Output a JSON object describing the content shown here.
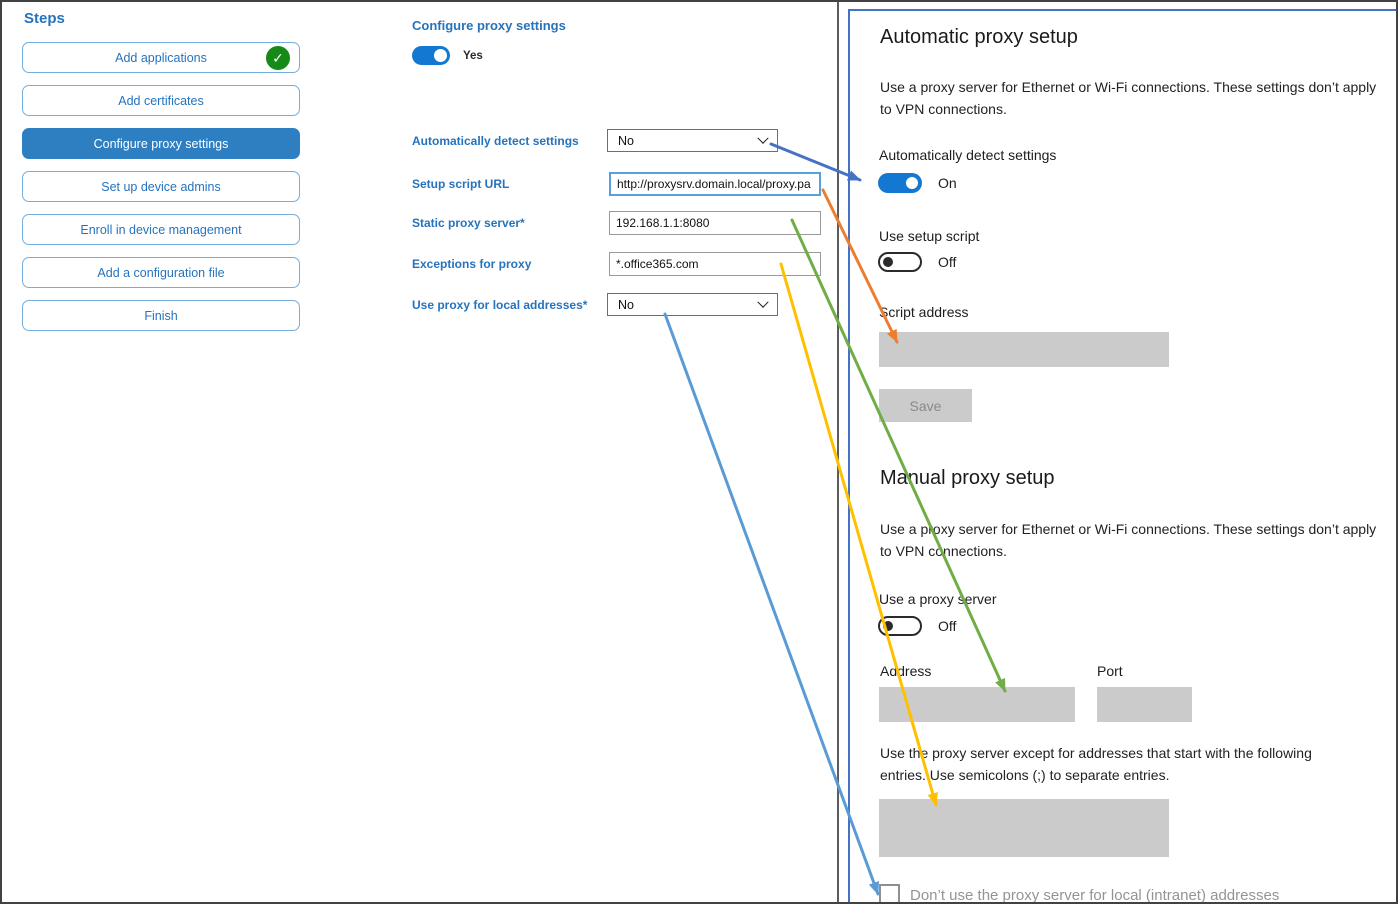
{
  "sidebar": {
    "title": "Steps",
    "items": [
      {
        "label": "Add applications",
        "completed": true,
        "selected": false
      },
      {
        "label": "Add certificates",
        "completed": false,
        "selected": false
      },
      {
        "label": "Configure proxy settings",
        "completed": false,
        "selected": true
      },
      {
        "label": "Set up device admins",
        "completed": false,
        "selected": false
      },
      {
        "label": "Enroll in device management",
        "completed": false,
        "selected": false
      },
      {
        "label": "Add a configuration file",
        "completed": false,
        "selected": false
      },
      {
        "label": "Finish",
        "completed": false,
        "selected": false
      }
    ]
  },
  "middle": {
    "title": "Configure proxy settings",
    "enabled_toggle": {
      "label": "Yes",
      "state": "on"
    },
    "fields": [
      {
        "label": "Automatically detect settings",
        "type": "select",
        "value": "No"
      },
      {
        "label": "Setup script URL",
        "type": "text",
        "value": "http://proxysrv.domain.local/proxy.pa"
      },
      {
        "label": "Static proxy server*",
        "type": "text",
        "value": "192.168.1.1:8080"
      },
      {
        "label": "Exceptions for proxy",
        "type": "text",
        "value": "*.office365.com"
      },
      {
        "label": "Use proxy for local addresses*",
        "type": "select",
        "value": "No"
      }
    ]
  },
  "panel": {
    "automatic": {
      "heading": "Automatic proxy setup",
      "description": "Use a proxy server for Ethernet or Wi-Fi connections. These settings don’t apply to VPN connections.",
      "auto_detect_label": "Automatically detect settings",
      "auto_detect_state": "On",
      "use_setup_script_label": "Use setup script",
      "use_setup_script_state": "Off",
      "script_address_label": "Script address",
      "save_label": "Save"
    },
    "manual": {
      "heading": "Manual proxy setup",
      "description": "Use a proxy server for Ethernet or Wi-Fi connections. These settings don’t apply to VPN connections.",
      "use_proxy_label": "Use a proxy server",
      "use_proxy_state": "Off",
      "address_label": "Address",
      "port_label": "Port",
      "exceptions_text": "Use the proxy server except for addresses that start with the following entries. Use semicolons (;) to separate entries.",
      "local_checkbox_label": "Don’t use the proxy server for local (intranet) addresses"
    }
  },
  "icons": {
    "check": "✓"
  },
  "arrows": [
    {
      "name": "automatically-detect-settings-mapping",
      "color": "#4472C4"
    },
    {
      "name": "setup-script-url-mapping",
      "color": "#ED7D31"
    },
    {
      "name": "static-proxy-server-mapping",
      "color": "#70AD47"
    },
    {
      "name": "exceptions-for-proxy-mapping",
      "color": "#FFC000"
    },
    {
      "name": "use-proxy-local-addresses-mapping",
      "color": "#5B9BD5"
    }
  ],
  "colors": {
    "accent_blue": "#2673BD",
    "selected_step_bg": "#2E7FC2",
    "toggle_on_blue": "#1278D1",
    "panel_border_blue": "#4472C4",
    "disabled_gray": "#CBCBCB",
    "success_green": "#168A16"
  }
}
